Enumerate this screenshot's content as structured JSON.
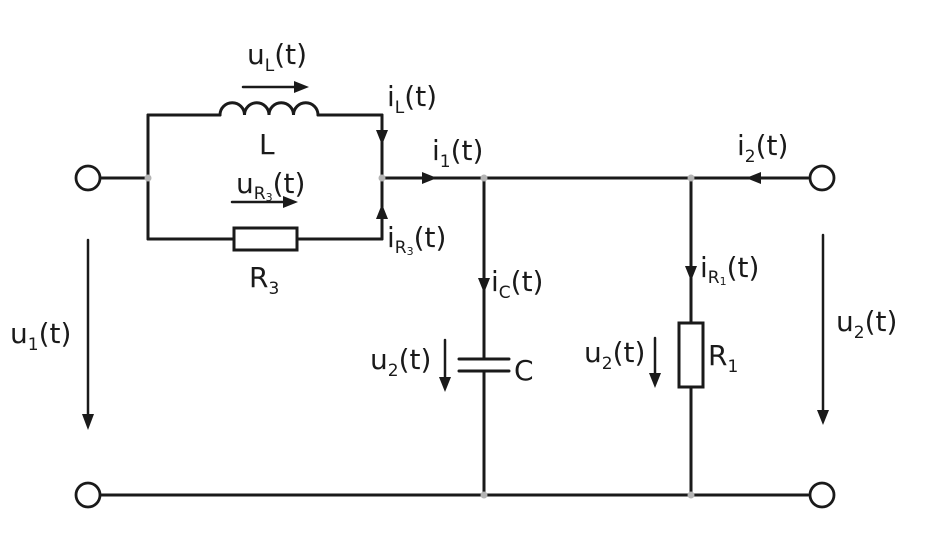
{
  "labels": {
    "uL": {
      "main": "u",
      "sub": "L",
      "arg": "(t)"
    },
    "iL": {
      "main": "i",
      "sub": "L",
      "arg": "(t)"
    },
    "L": "L",
    "uR3": {
      "main": "u",
      "sub": "R",
      "subsub": "3",
      "arg": "(t)"
    },
    "iR3": {
      "main": "i",
      "sub": "R",
      "subsub": "3",
      "arg": "(t)"
    },
    "R3": {
      "main": "R",
      "sub": "3"
    },
    "i1": {
      "main": "i",
      "sub": "1",
      "arg": "(t)"
    },
    "i2": {
      "main": "i",
      "sub": "2",
      "arg": "(t)"
    },
    "iC": {
      "main": "i",
      "sub": "C",
      "arg": "(t)"
    },
    "iR1": {
      "main": "i",
      "sub": "R",
      "subsub": "1",
      "arg": "(t)"
    },
    "C": "C",
    "R1": {
      "main": "R",
      "sub": "1"
    },
    "u1": {
      "main": "u",
      "sub": "1",
      "arg": "(t)"
    },
    "u2_cap": {
      "main": "u",
      "sub": "2",
      "arg": "(t)"
    },
    "u2_res": {
      "main": "u",
      "sub": "2",
      "arg": "(t)"
    },
    "u2_out": {
      "main": "u",
      "sub": "2",
      "arg": "(t)"
    }
  }
}
